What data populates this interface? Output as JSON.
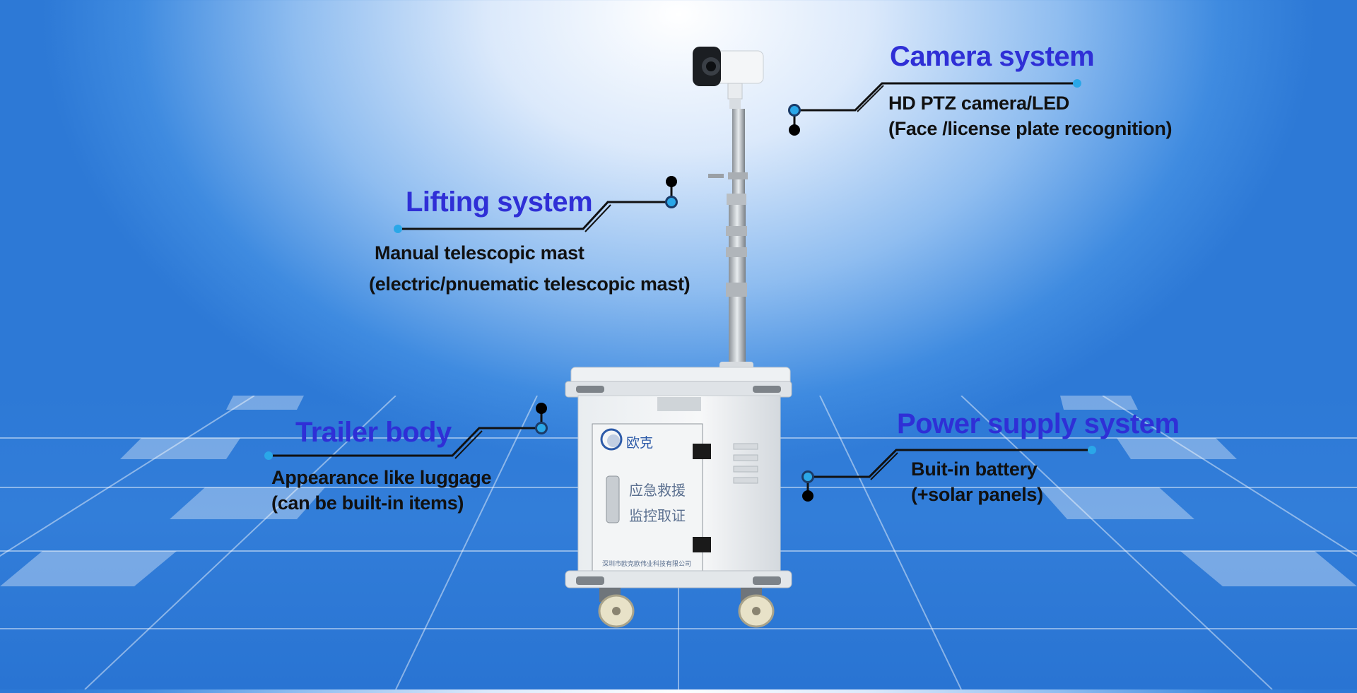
{
  "camera": {
    "title": "Camera system",
    "line1": "HD PTZ camera/LED",
    "line2": "(Face /license plate recognition)"
  },
  "lifting": {
    "title": "Lifting system",
    "line1": "Manual telescopic mast",
    "line2": "(electric/pnuematic telescopic mast)"
  },
  "trailer": {
    "title": "Trailer body",
    "line1": "Appearance like luggage",
    "line2": "(can be built-in items)"
  },
  "power": {
    "title": "Power supply system",
    "line1": "Buit-in battery",
    "line2": "(+solar panels)"
  },
  "device": {
    "brand": "欧克",
    "label1": "应急救援",
    "label2": "监控取证",
    "company": "深圳市欧克欧伟业科技有限公司"
  },
  "colors": {
    "title": "#2f2fd6",
    "accent": "#2aa7e8",
    "text": "#111111"
  }
}
